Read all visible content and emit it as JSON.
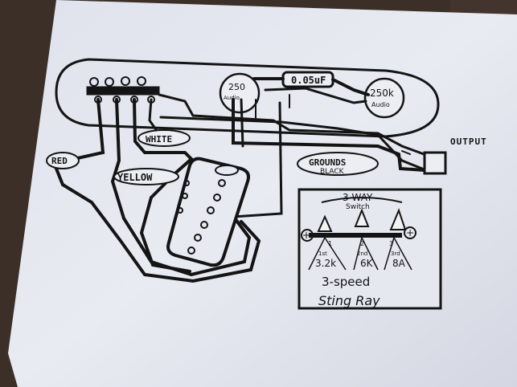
{
  "diagram": {
    "labels": {
      "cap": "0.05uF",
      "pot_left_value": "250",
      "pot_left_sub": "Audio",
      "pot_right_value": "250k",
      "pot_right_sub": "Audio",
      "output": "OUTPUT",
      "wire_white": "WHITE",
      "wire_red": "RED",
      "wire_yellow": "YELLOW",
      "grounds": "GROUNDS",
      "grounds_sub": "BLACK"
    },
    "switch": {
      "title": "3-WAY",
      "subtitle": "Switch",
      "pos1_num": "1",
      "pos1_ord": "1st",
      "pos1_val": "3.2k",
      "pos2_num": "2",
      "pos2_ord": "2nd",
      "pos2_val": "6K",
      "pos3_num": "3",
      "pos3_ord": "3rd",
      "pos3_val": "8A",
      "plus_left": "+",
      "plus_right": "+",
      "footer_line1": "3-speed",
      "footer_line2": "Sting Ray"
    }
  },
  "colors": {
    "background": "#3a2e27",
    "paper": "#e6e8f0",
    "ink": "#141414"
  }
}
